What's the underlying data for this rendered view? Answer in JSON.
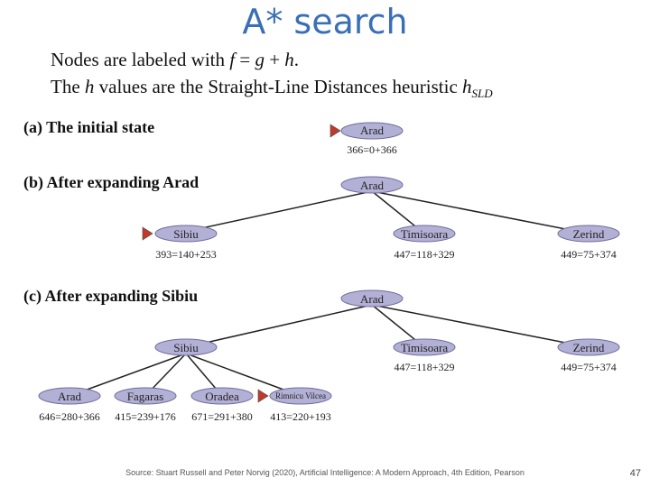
{
  "title": "A* search",
  "subtitle": {
    "line1_a": "Nodes are labeled with ",
    "line1_f": "f",
    "line1_b": " = ",
    "line1_g": "g",
    "line1_c": " + ",
    "line1_h": "h",
    "line1_d": ".",
    "line2_a": "The ",
    "line2_h": "h",
    "line2_b": " values are the Straight-Line Distances heuristic ",
    "line2_hs": "h",
    "line2_sub": "SLD"
  },
  "steps": {
    "a": "(a) The initial state",
    "b": "(b) After expanding Arad",
    "c": "(c) After expanding Sibiu"
  },
  "tree_a": {
    "root": {
      "label": "Arad",
      "f": "366=0+366"
    }
  },
  "tree_b": {
    "root": {
      "label": "Arad"
    },
    "children": [
      {
        "label": "Sibiu",
        "f": "393=140+253"
      },
      {
        "label": "Timisoara",
        "f": "447=118+329"
      },
      {
        "label": "Zerind",
        "f": "449=75+374"
      }
    ]
  },
  "tree_c": {
    "root": {
      "label": "Arad"
    },
    "children": [
      {
        "label": "Sibiu"
      },
      {
        "label": "Timisoara",
        "f": "447=118+329"
      },
      {
        "label": "Zerind",
        "f": "449=75+374"
      }
    ],
    "grandchildren": [
      {
        "label": "Arad",
        "f": "646=280+366"
      },
      {
        "label": "Fagaras",
        "f": "415=239+176"
      },
      {
        "label": "Oradea",
        "f": "671=291+380"
      },
      {
        "label": "Rimnicu Vilcea",
        "f": "413=220+193"
      }
    ]
  },
  "colors": {
    "title": "#3a6fb5",
    "node_fill": "#b3b0d6",
    "node_stroke": "#6f6c9c",
    "arrow": "#c0392b"
  },
  "source": "Source: Stuart Russell and Peter Norvig (2020), Artificial Intelligence: A Modern Approach, 4th Edition, Pearson",
  "page_number": "47"
}
